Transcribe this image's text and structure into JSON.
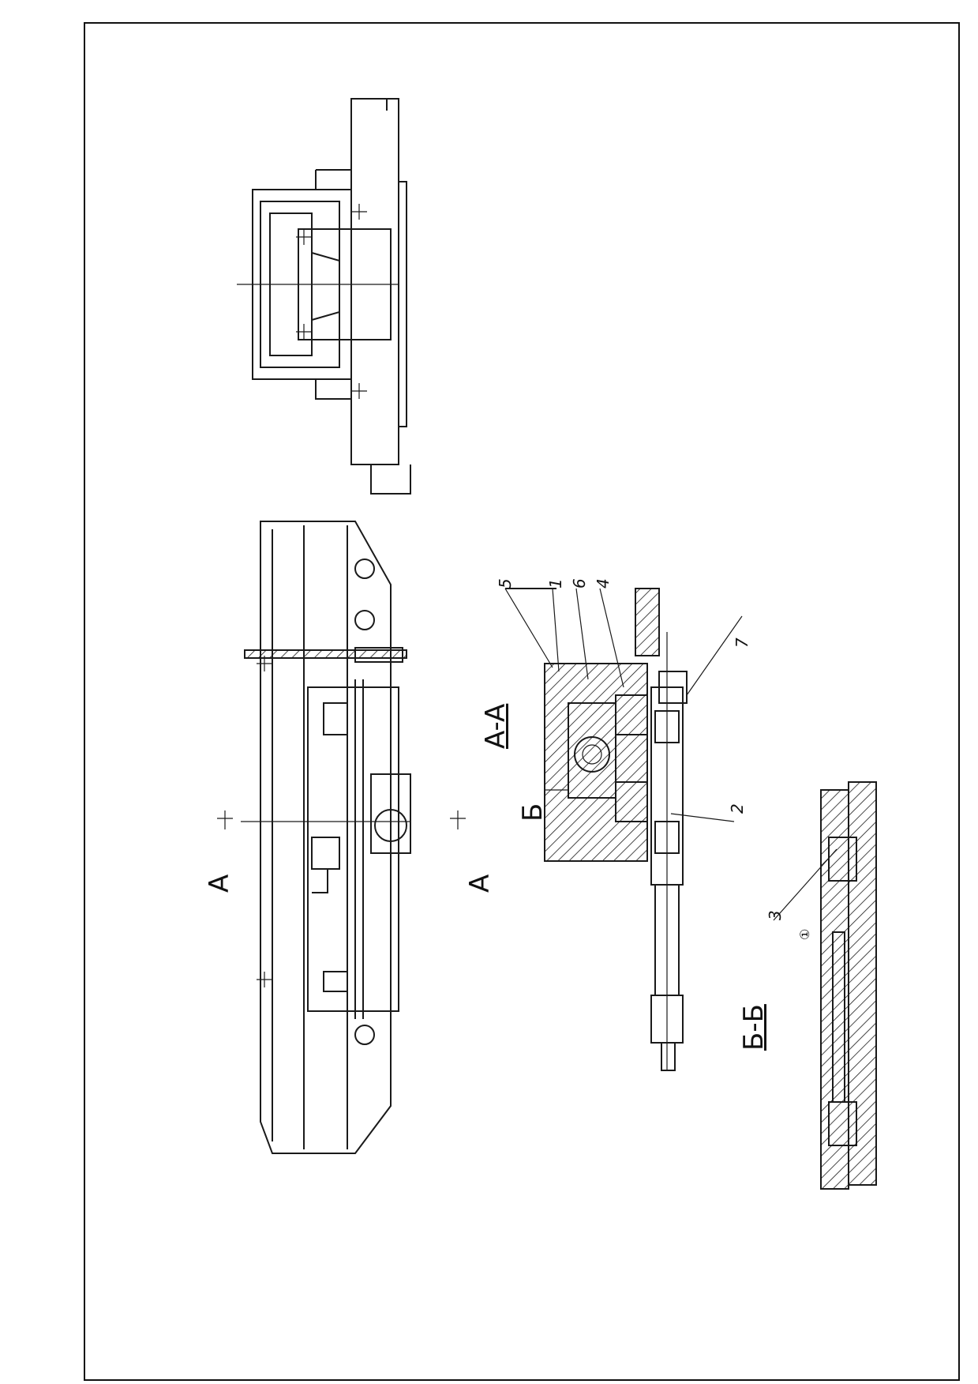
{
  "labels": {
    "section_a_top": "A",
    "section_a_bottom": "A",
    "view_aa": "A-A",
    "section_b_marker": "Б",
    "view_bb": "Б-Б",
    "num_5": "5",
    "num_1": "1",
    "num_6": "6",
    "num_4": "4",
    "num_7": "7",
    "num_2": "2",
    "num_3": "3",
    "num_circle": "①"
  },
  "colors": {
    "ink": "#1a1a1a",
    "paper": "#ffffff"
  }
}
